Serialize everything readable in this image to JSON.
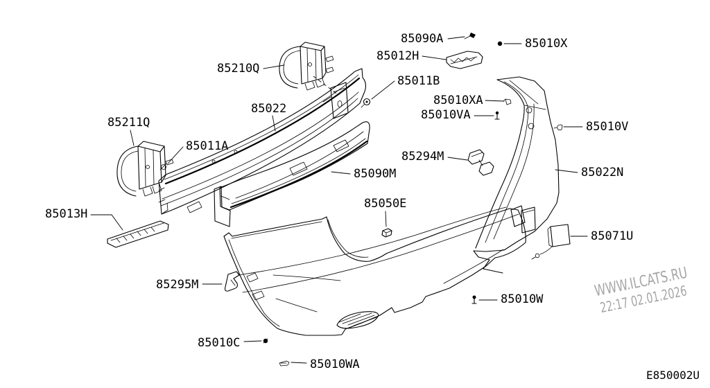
{
  "diagram": {
    "code": "E850002U",
    "watermark": {
      "line1": "WWW.ILCATS.RU",
      "line2": "22:17 02.01.2026"
    },
    "colors": {
      "background": "#ffffff",
      "line": "#000000",
      "watermark": "#a6a6a6"
    }
  },
  "parts": {
    "85090A": "85090A",
    "85010X": "85010X",
    "85012H": "85012H",
    "85210Q": "85210Q",
    "85011B": "85011B",
    "85022": "85022",
    "85010XA": "85010XA",
    "85010VA": "85010VA",
    "85211Q": "85211Q",
    "85011A": "85011A",
    "85010V": "85010V",
    "85294M": "85294M",
    "85090M": "85090M",
    "85022N": "85022N",
    "85013H": "85013H",
    "85050E": "85050E",
    "85071U": "85071U",
    "85295M": "85295M",
    "85010W": "85010W",
    "85010C": "85010C",
    "85010WA": "85010WA"
  }
}
